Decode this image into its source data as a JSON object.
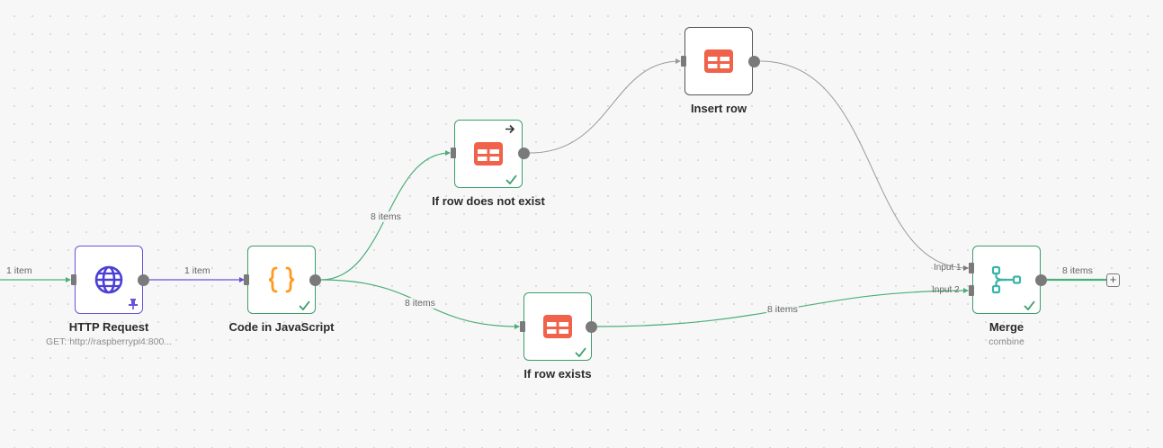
{
  "colors": {
    "success_edge": "#4caf7a",
    "http_edge": "#6b52d6",
    "default_edge": "#9a9a9a",
    "table_icon": "#f06249",
    "code_icon": "#ff9a1f",
    "merge_icon": "#3bb3a9",
    "http_icon": "#4b3fd6"
  },
  "nodes": {
    "http": {
      "title": "HTTP Request",
      "subtitle": "GET: http://raspberrypi4:800...",
      "icon": "globe-icon"
    },
    "code": {
      "title": "Code in JavaScript",
      "icon": "braces-icon"
    },
    "if_not_exist": {
      "title": "If row does not exist",
      "icon": "table-icon"
    },
    "insert": {
      "title": "Insert row",
      "icon": "table-icon"
    },
    "if_exists": {
      "title": "If row exists",
      "icon": "table-icon"
    },
    "merge": {
      "title": "Merge",
      "subtitle": "combine",
      "icon": "merge-icon",
      "input1": "Input 1",
      "input2": "Input 2"
    }
  },
  "edges": {
    "incoming": "1 item",
    "http_to_code": "1 item",
    "code_to_not_exist": "8 items",
    "code_to_exists": "8 items",
    "exists_to_merge": "8 items",
    "merge_out": "8 items"
  },
  "add_button": "+"
}
